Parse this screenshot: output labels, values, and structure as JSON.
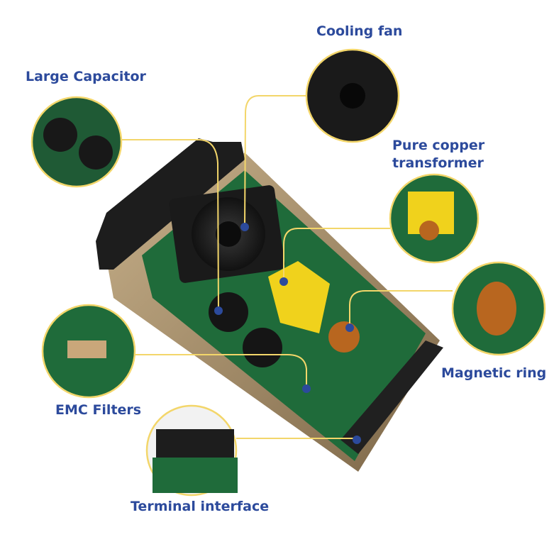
{
  "labels": {
    "cooling_fan": "Cooling fan",
    "large_capacitor": "Large Capacitor",
    "transformer_line1": "Pure copper",
    "transformer_line2": "transformer",
    "magnetic_ring": "Magnetic ring",
    "emc_filters": "EMC Filters",
    "terminal_interface": "Terminal interface"
  },
  "colors": {
    "label_text": "#2c4a9c",
    "connector_line": "#f3d66a",
    "marker_dot": "#2c4a9c",
    "pcb": "#1f6b3a",
    "housing": "#a48c66"
  }
}
